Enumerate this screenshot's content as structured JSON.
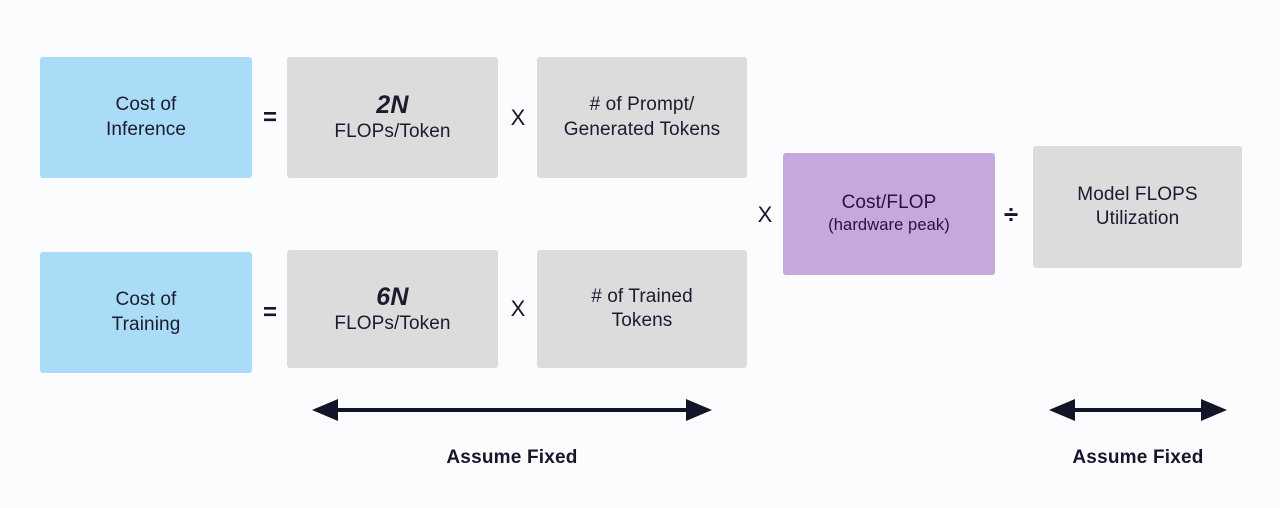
{
  "diagram": {
    "title": "Cost of Inference and Cost of Training formula breakdown",
    "colors": {
      "background": "#fbfcfd",
      "blue_box": "#aadcf8",
      "gray_box": "#dcdcdd",
      "purple_box": "#c6a8dd",
      "text": "#1b1b2f",
      "arrow": "#141428"
    },
    "rows": {
      "inference": {
        "label_line1": "Cost of",
        "label_line2": "Inference",
        "operator_equals": "=",
        "flops_value": "2N",
        "flops_unit": "FLOPs/Token",
        "operator_times": "X",
        "tokens_line1": "# of Prompt/",
        "tokens_line2": "Generated Tokens"
      },
      "training": {
        "label_line1": "Cost of",
        "label_line2": "Training",
        "operator_equals": "=",
        "flops_value": "6N",
        "flops_unit": "FLOPs/Token",
        "operator_times": "X",
        "tokens_line1": "# of Trained",
        "tokens_line2": "Tokens"
      }
    },
    "shared": {
      "operator_times": "X",
      "cost_per_flop_line1": "Cost/FLOP",
      "cost_per_flop_line2": "(hardware peak)",
      "operator_divide": "÷",
      "mfu_line1": "Model FLOPS",
      "mfu_line2": "Utilization"
    },
    "annotations": {
      "assume_fixed_left": "Assume Fixed",
      "assume_fixed_right": "Assume Fixed"
    }
  }
}
